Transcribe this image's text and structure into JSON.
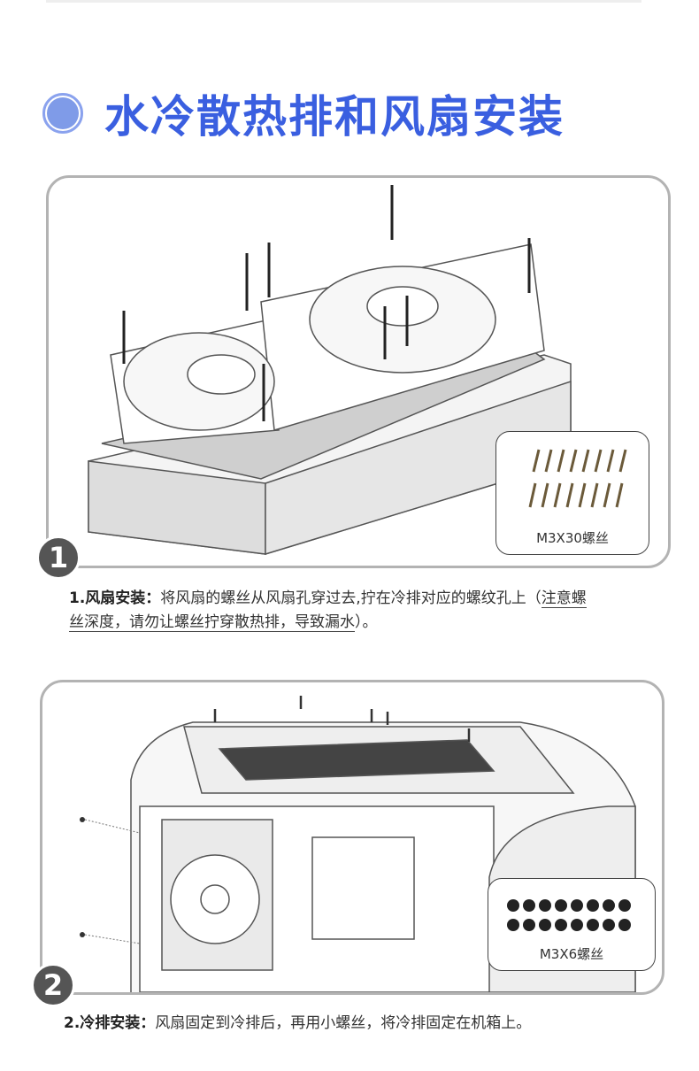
{
  "title": "水冷散热排和风扇安装",
  "colors": {
    "accent": "#3a5fe0",
    "bullet": "#7f9be8",
    "panel_border": "#b3b3b3"
  },
  "step1": {
    "number": "1",
    "screw_label": "M3X30螺丝",
    "heading": "1.风扇安装：",
    "text": "将风扇的螺丝从风扇孔穿过去,拧在冷排对应的螺纹孔上（",
    "note_line1": "注意螺",
    "note_line2": "丝深度，请勿让螺丝拧穿散热排，导致漏水",
    "tail": "）。"
  },
  "step2": {
    "number": "2",
    "screw_label": "M3X6螺丝",
    "heading": "2.冷排安装：",
    "text": "风扇固定到冷排后，再用小螺丝，将冷排固定在机箱上。"
  }
}
